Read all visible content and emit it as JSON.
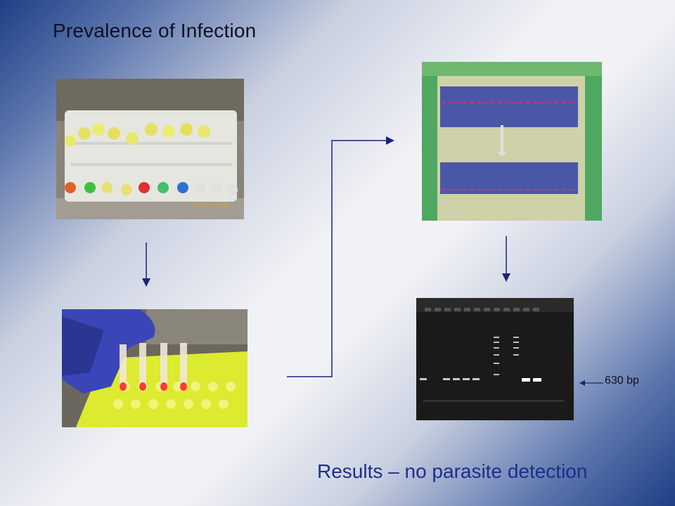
{
  "slide": {
    "title": "Prevalence of Infection",
    "caption": "Results – no parasite detection",
    "band_label": "630 bp",
    "photo_date_stamp": "AUG 27 2009",
    "photos": [
      {
        "name": "sample-vials-rack-photo",
        "description_icon": "vial-rack"
      },
      {
        "name": "pcr-tubes-photo",
        "description_icon": "gloved-hand-tubes"
      },
      {
        "name": "gel-electrophoresis-photo",
        "description_icon": "gel-box"
      },
      {
        "name": "gel-result-photo",
        "description_icon": "gel-bands"
      }
    ],
    "colors": {
      "title": "#0f0f22",
      "caption": "#1c2f8a",
      "arrow": "#1a237e"
    }
  }
}
